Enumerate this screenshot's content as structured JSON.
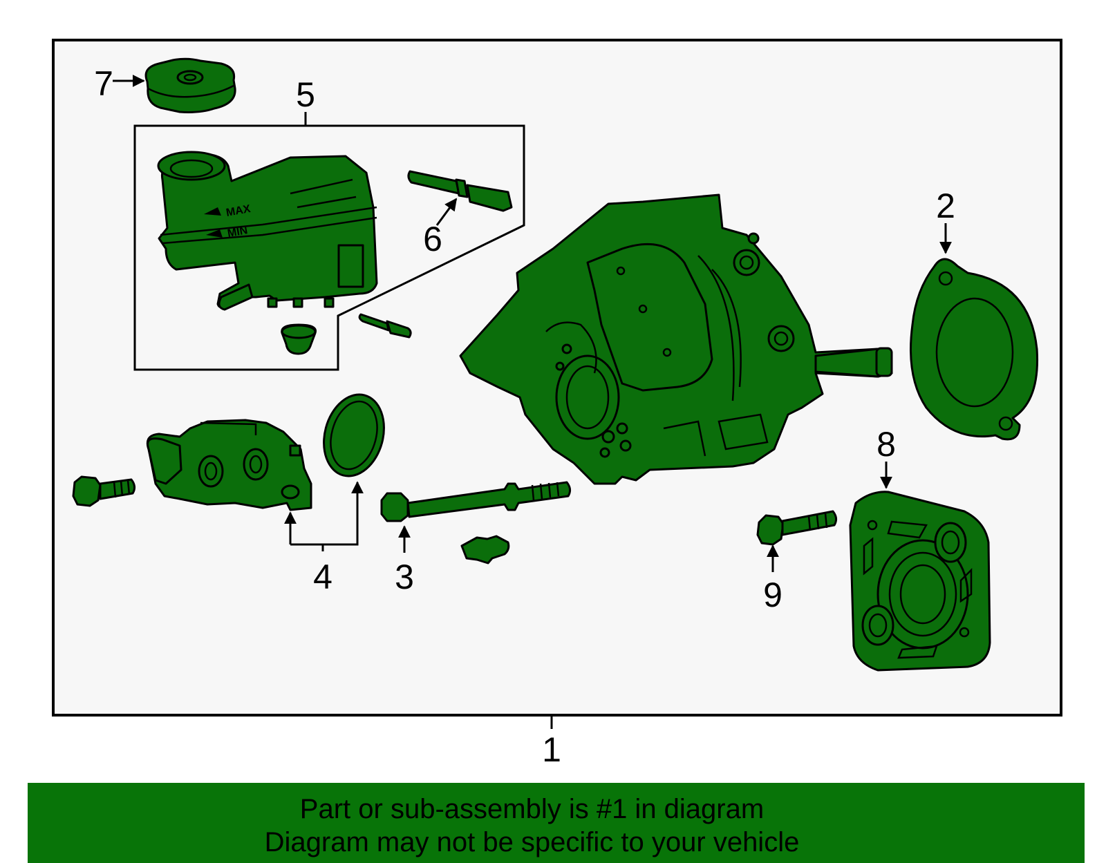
{
  "callouts": {
    "c1": "1",
    "c2": "2",
    "c3": "3",
    "c4": "4",
    "c5": "5",
    "c6": "6",
    "c7": "7",
    "c8": "8",
    "c9": "9"
  },
  "reservoir_marks": {
    "max": "MAX",
    "min": "MIN"
  },
  "banner": {
    "line1": "Part or sub-assembly is #1 in diagram",
    "line2": "Diagram may not be specific to your vehicle"
  },
  "colors": {
    "part_fill": "#0b6e0b",
    "banner_bg": "#087408",
    "frame_bg": "#f7f7f7",
    "outline": "#000000"
  }
}
